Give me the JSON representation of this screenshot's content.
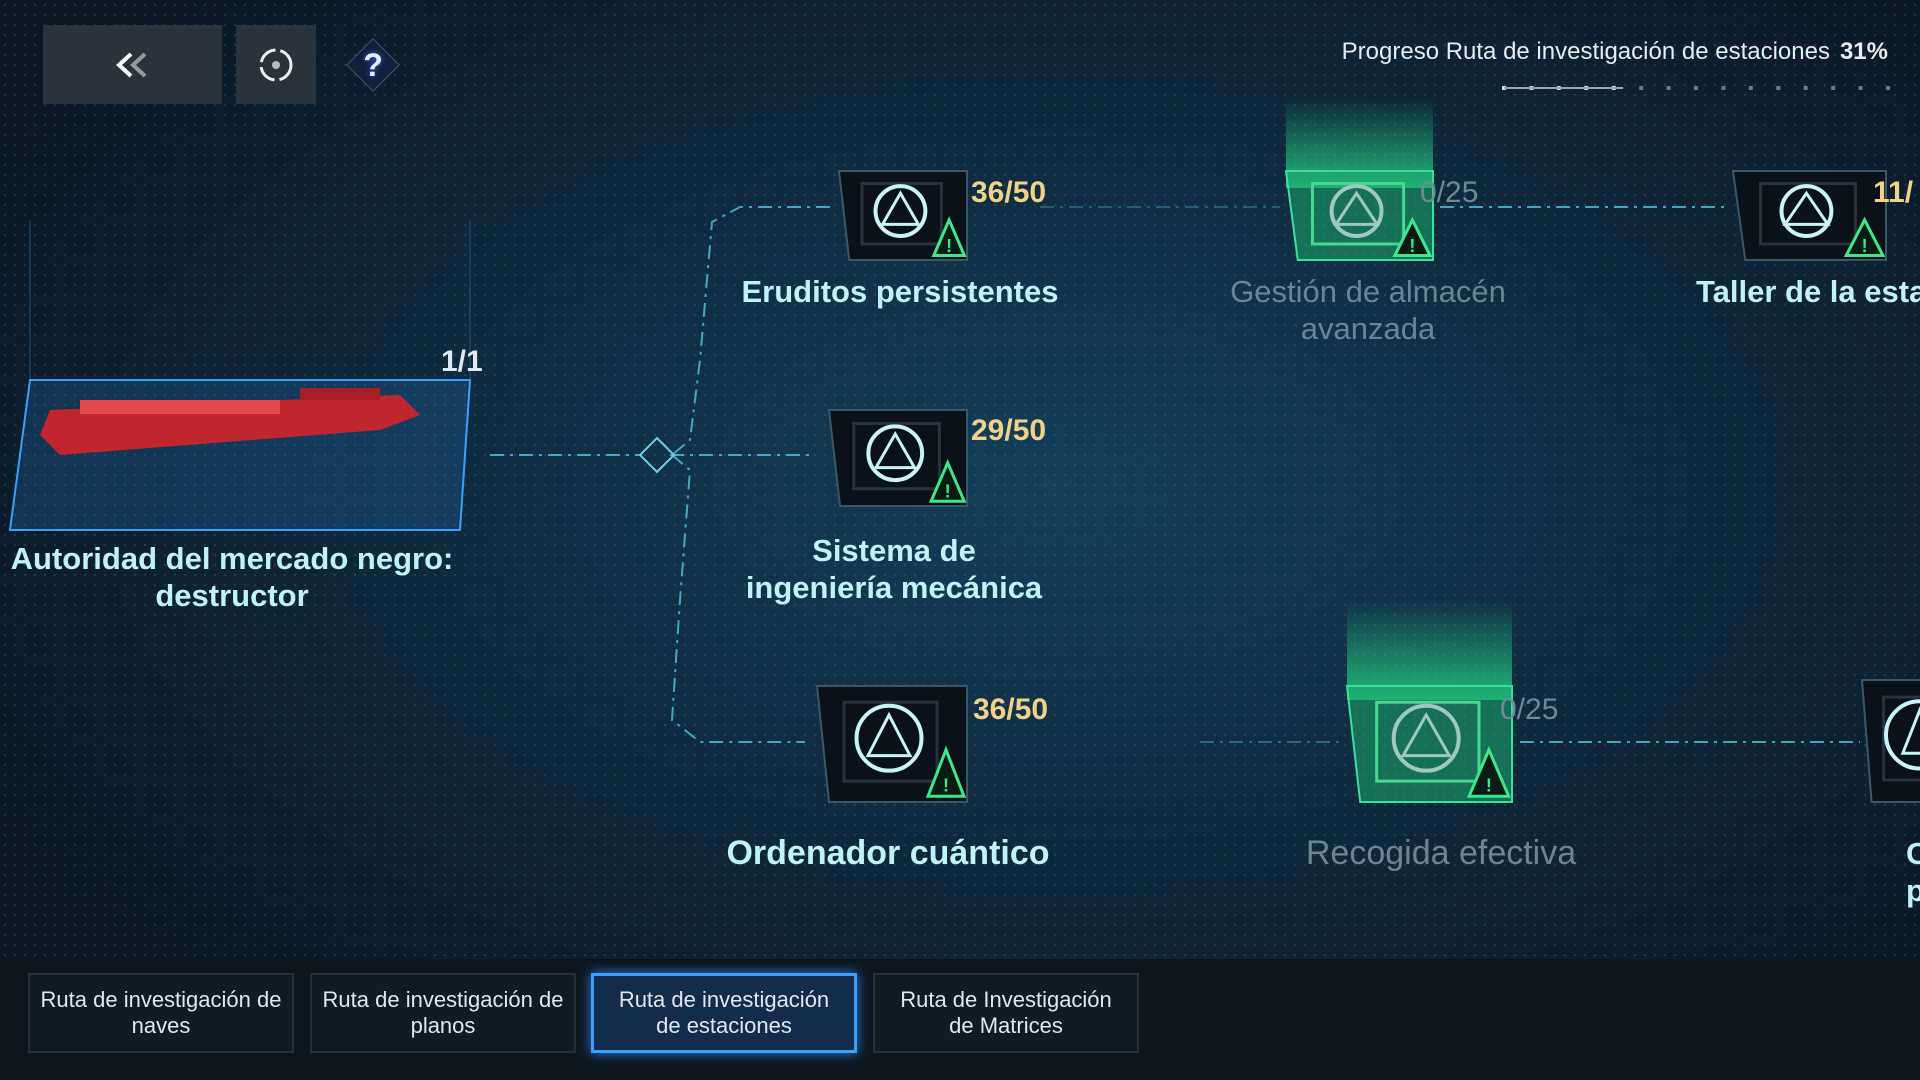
{
  "header": {
    "back_icon": "double-chevron-left-icon",
    "target_icon": "target-icon",
    "help_label": "?",
    "progress_label": "Progreso Ruta de investigación de estaciones",
    "progress_value": "31%",
    "progress_fraction": 0.31
  },
  "root": {
    "count": "1/1",
    "label_line1": "Autoridad del mercado negro:",
    "label_line2": "destructor"
  },
  "nodes": {
    "eruditos": {
      "count": "36/50",
      "label": "Eruditos persistentes"
    },
    "gestion": {
      "count": "0/25",
      "label_line1": "Gestión de almacén",
      "label_line2": "avanzada"
    },
    "taller": {
      "count": "11/",
      "label": "Taller de la esta"
    },
    "sistema": {
      "count": "29/50",
      "label_line1": "Sistema de",
      "label_line2": "ingeniería mecánica"
    },
    "ordenador": {
      "count": "36/50",
      "label": "Ordenador cuántico"
    },
    "recogida": {
      "count": "0/25",
      "label": "Recogida efectiva"
    },
    "partial": {
      "label_line1": "C",
      "label_line2": "p"
    }
  },
  "tabs": [
    {
      "label": "Ruta de investigación de naves"
    },
    {
      "label": "Ruta de investigación de planos"
    },
    {
      "label": "Ruta de investigación de estaciones",
      "active": true
    },
    {
      "label": "Ruta de Investigación de Matrices"
    }
  ],
  "colors": {
    "accent": "#3aa0ff",
    "count": "#f0d28a",
    "label": "#bff3f7",
    "warning": "#3ee88a"
  }
}
